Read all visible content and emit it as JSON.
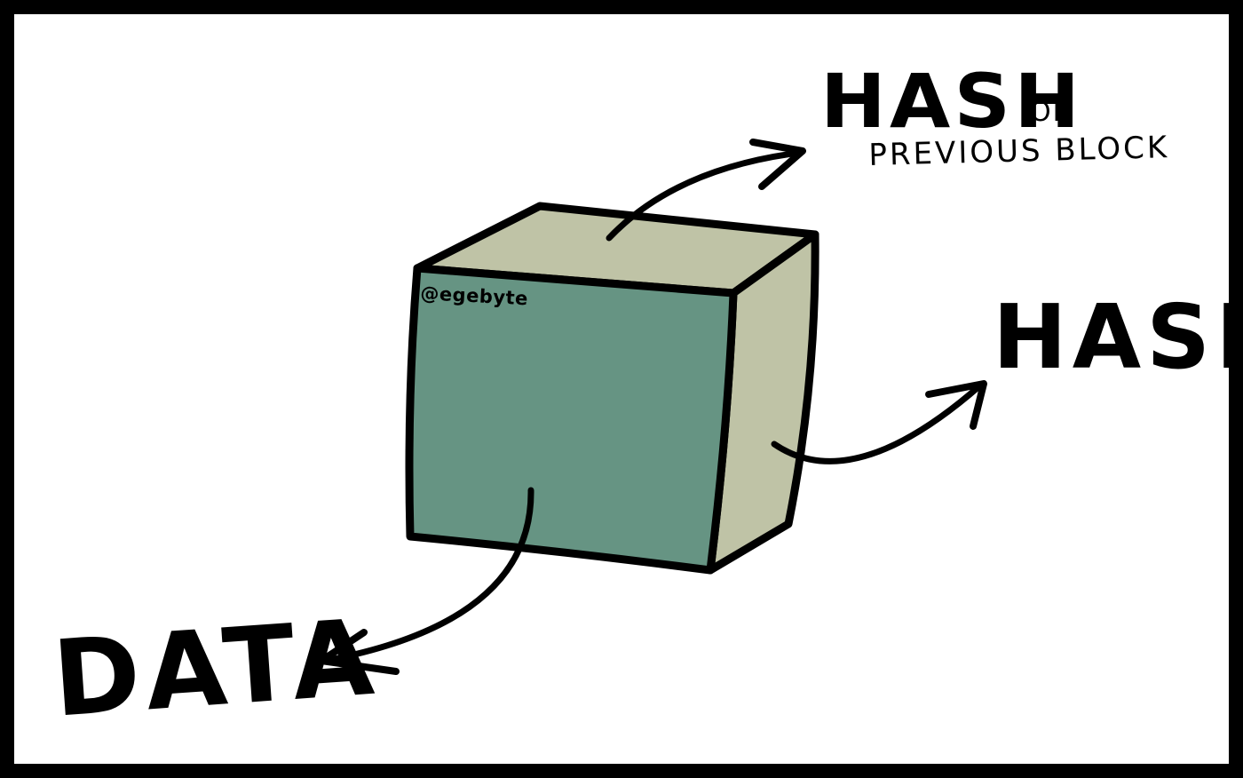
{
  "labels": {
    "hash_previous_main": "HASH",
    "hash_previous_of": "OF",
    "hash_previous_sub": "PREVIOUS BLOCK",
    "hash": "HASH",
    "data": "DATA"
  },
  "watermark": "@egebyte",
  "colors": {
    "frame": "#000000",
    "background": "#ffffff",
    "block_front": "#669483",
    "block_top_side": "#bfc3a6",
    "ink": "#000000"
  }
}
